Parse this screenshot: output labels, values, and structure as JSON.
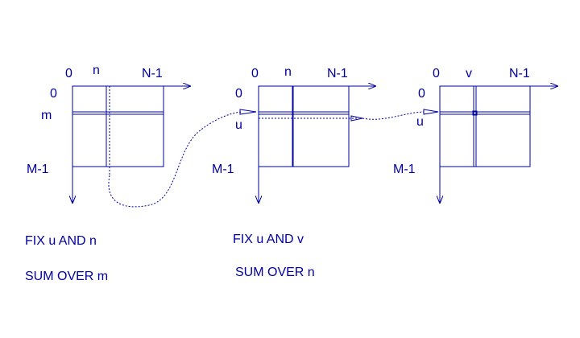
{
  "panels": [
    {
      "id": "left",
      "axis_top_start": "0",
      "axis_top_mid": "n",
      "axis_top_end": "N-1",
      "axis_left_start": "0",
      "axis_left_mid": "m",
      "axis_left_end": "M-1",
      "caption_line1": "FIX u AND n",
      "caption_line2": "SUM OVER m"
    },
    {
      "id": "middle",
      "axis_top_start": "0",
      "axis_top_mid": "n",
      "axis_top_end": "N-1",
      "axis_left_start": "0",
      "axis_left_mid": "u",
      "axis_left_end": "M-1",
      "caption_line1": "FIX u AND v",
      "caption_line2": "SUM OVER n"
    },
    {
      "id": "right",
      "axis_top_start": "0",
      "axis_top_mid": "v",
      "axis_top_end": "N-1",
      "axis_left_start": "0",
      "axis_left_mid": "u",
      "axis_left_end": "M-1"
    }
  ],
  "colors": {
    "ink": "#0000a0",
    "background": "#ffffff"
  }
}
